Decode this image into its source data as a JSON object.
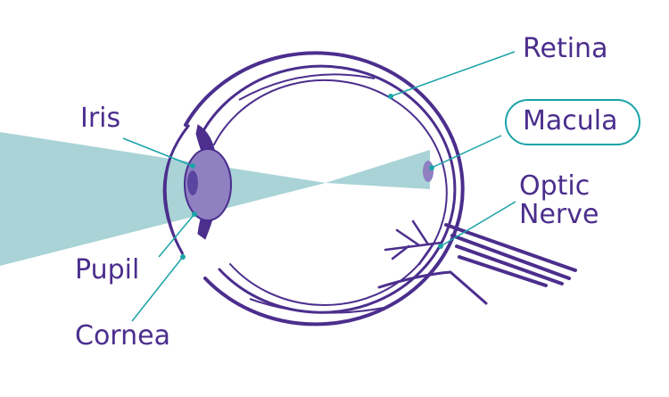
{
  "labels": {
    "retina": "Retina",
    "macula": "Macula",
    "optic": "Optic",
    "nerve": "Nerve",
    "iris": "Iris",
    "pupil": "Pupil",
    "cornea": "Cornea"
  },
  "colors": {
    "primary": "#4b2e8d",
    "light_beam": "#a9d3d6",
    "leader_line": "#1aa3a8",
    "lens": "#8f80c2",
    "background": "#ffffff"
  },
  "highlighted_label": "macula"
}
